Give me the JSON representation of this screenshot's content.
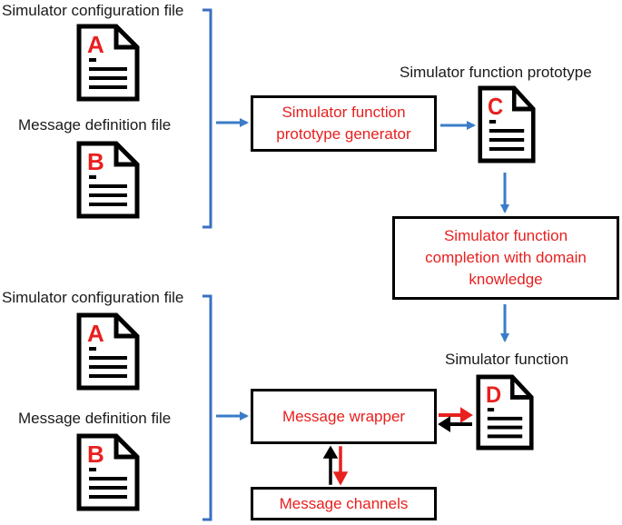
{
  "top_group": {
    "config_label": "Simulator configuration file",
    "config_letter": "A",
    "message_def_label": "Message definition file",
    "message_def_letter": "B"
  },
  "generator": {
    "line1": "Simulator function",
    "line2": "prototype generator"
  },
  "prototype": {
    "label": "Simulator function prototype",
    "letter": "C"
  },
  "completion": {
    "line1": "Simulator function",
    "line2": "completion with domain",
    "line3": "knowledge"
  },
  "bottom_group": {
    "config_label": "Simulator configuration file",
    "config_letter": "A",
    "message_def_label": "Message definition file",
    "message_def_letter": "B"
  },
  "function": {
    "label": "Simulator function",
    "letter": "D"
  },
  "wrapper": {
    "label": "Message wrapper"
  },
  "channels": {
    "label": "Message channels"
  },
  "colors": {
    "accent_red": "#e8201f",
    "arrow_blue": "#3a7cc8",
    "bracket_blue": "#3a6fc0",
    "black": "#000000"
  }
}
